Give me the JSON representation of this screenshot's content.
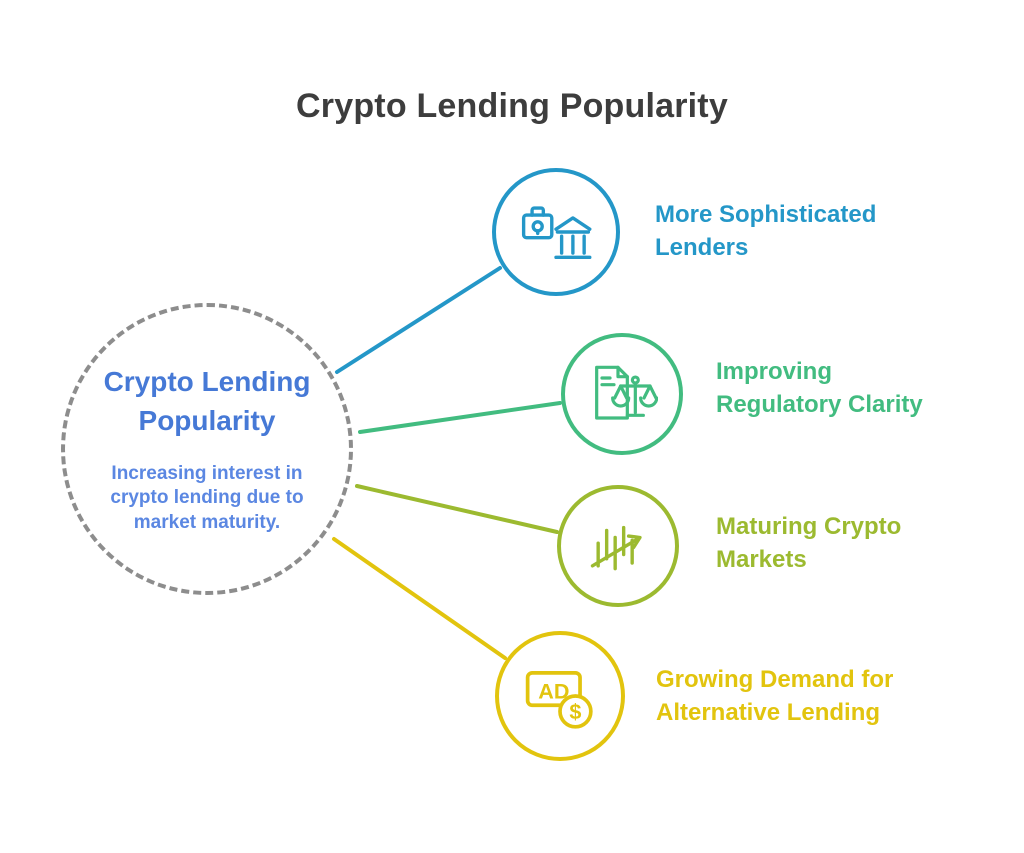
{
  "title": "Crypto Lending Popularity",
  "colors": {
    "bg": "#ffffff",
    "title-gray": "#3d3d3d",
    "gray": "#8d8d8d",
    "center-blue": "#4679d6",
    "center-sub": "#5b87e2",
    "cyan": "#2497c8",
    "green": "#42bc80",
    "lime": "#9cba30",
    "yellow": "#e2c40e"
  },
  "center": {
    "title_line1": "Crypto Lending",
    "title_line2": "Popularity",
    "subtitle_line1": "Increasing interest in",
    "subtitle_line2": "crypto lending due to",
    "subtitle_line3": "market maturity."
  },
  "nodes": [
    {
      "id": "more-sophisticated-lenders",
      "label_line1": "More Sophisticated",
      "label_line2": "Lenders",
      "icon": "bank-lender-icon",
      "color": "#2497c8"
    },
    {
      "id": "improving-regulatory-clarity",
      "label_line1": "Improving",
      "label_line2": "Regulatory Clarity",
      "icon": "document-scales-icon",
      "color": "#42bc80"
    },
    {
      "id": "maturing-crypto-markets",
      "label_line1": "Maturing Crypto",
      "label_line2": "Markets",
      "icon": "growth-chart-icon",
      "color": "#9cba30"
    },
    {
      "id": "growing-demand-alternative-lending",
      "label_line1": "Growing Demand for",
      "label_line2": "Alternative Lending",
      "icon": "ad-dollar-icon",
      "color": "#e2c40e",
      "icon_text_ad": "AD",
      "icon_text_dollar": "$"
    }
  ]
}
